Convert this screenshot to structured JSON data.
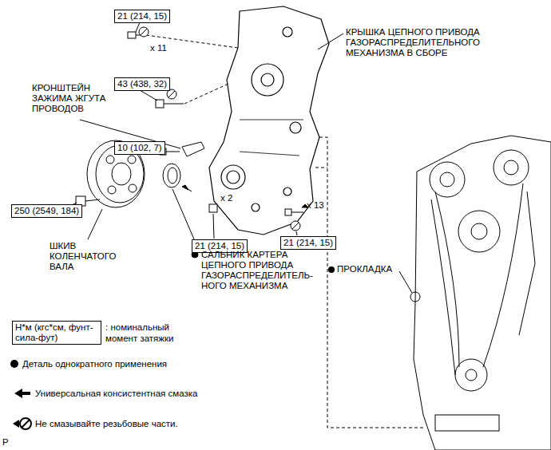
{
  "diagram": {
    "nodes": [
      {
        "text": [
          "21 (214, 15)"
        ]
      },
      {
        "text": [
          "43 (438, 32)"
        ]
      },
      {
        "text": [
          "10 (102, 7)"
        ]
      },
      {
        "text": [
          "250 (2549, 184)"
        ]
      },
      {
        "text": [
          "21 (214, 15)"
        ]
      },
      {
        "text": [
          "21 (214, 15)"
        ]
      },
      {
        "text": [
          "Н*м (кгс*см, фунт-сила-фут)"
        ]
      }
    ],
    "edges": [],
    "labels": [
      "КРЫШКА ЦЕПНОГО ПРИВОДА ГАЗОРАСПРЕДЕЛИТЕЛЬНОГО МЕХАНИЗМА В СБОРЕ",
      "x 11",
      "КРОНШТЕЙН ЗАЖИМА ЖГУТА ПРОВОДОВ",
      "x 2",
      "x 13",
      "ШКИВ КОЛЕНЧАТОГО ВАЛА",
      "САЛЬНИК КАРТЕРА ЦЕПНОГО ПРИВОДА ГАЗОРАСПРЕДЕЛИТЕЛЬ- НОГО МЕХАНИЗМА",
      "ПРОКЛАДКА",
      "P"
    ],
    "legend": [
      {
        "text": ": номинальный момент затяжки"
      },
      {
        "text": "Деталь однократного применения"
      },
      {
        "text": "Универсальная консистентная смазка"
      },
      {
        "text": "Не смазывайте резьбовые части."
      }
    ]
  }
}
